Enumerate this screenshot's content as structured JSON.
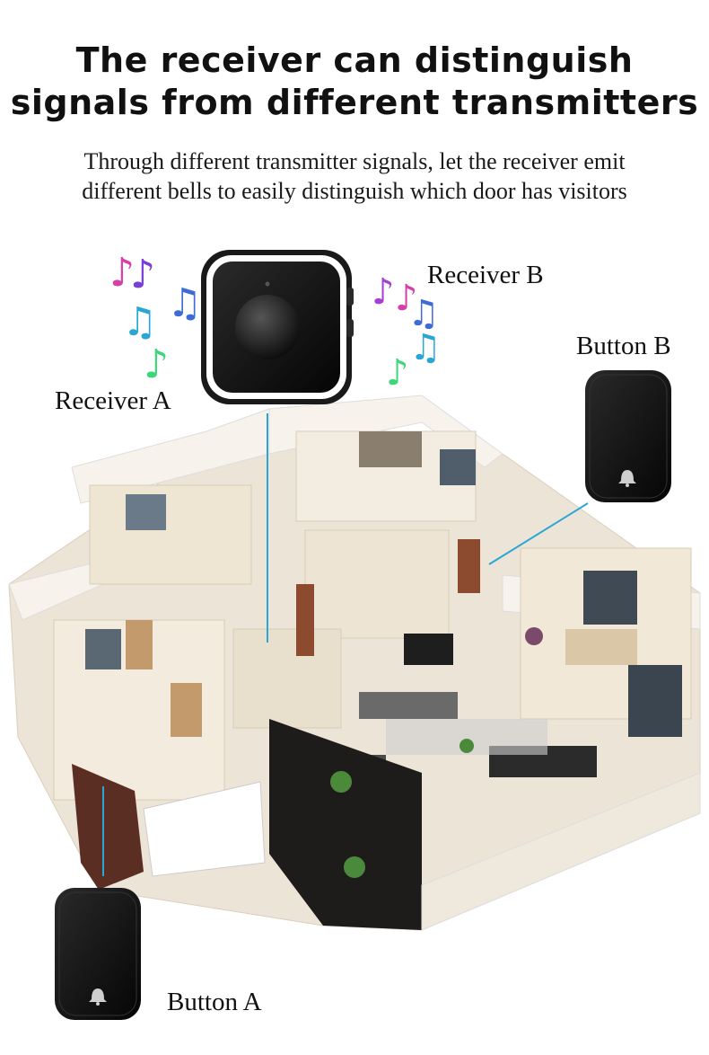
{
  "title": {
    "line1": "The receiver can distinguish",
    "line2": "signals from different transmitters"
  },
  "subtitle": {
    "line1": "Through different transmitter signals, let the receiver emit",
    "line2": "different bells to easily distinguish which door has visitors"
  },
  "labels": {
    "receiver_a": "Receiver A",
    "receiver_b": "Receiver B",
    "button_a": "Button A",
    "button_b": "Button B"
  },
  "colors": {
    "connector_line": "#2aa6d6",
    "device_body": "#141414",
    "receiver_frame": "#ffffff",
    "wall": "#f4efe6",
    "floor": "#ece4d6"
  },
  "icons": [
    "music-note-icon",
    "bell-icon"
  ]
}
